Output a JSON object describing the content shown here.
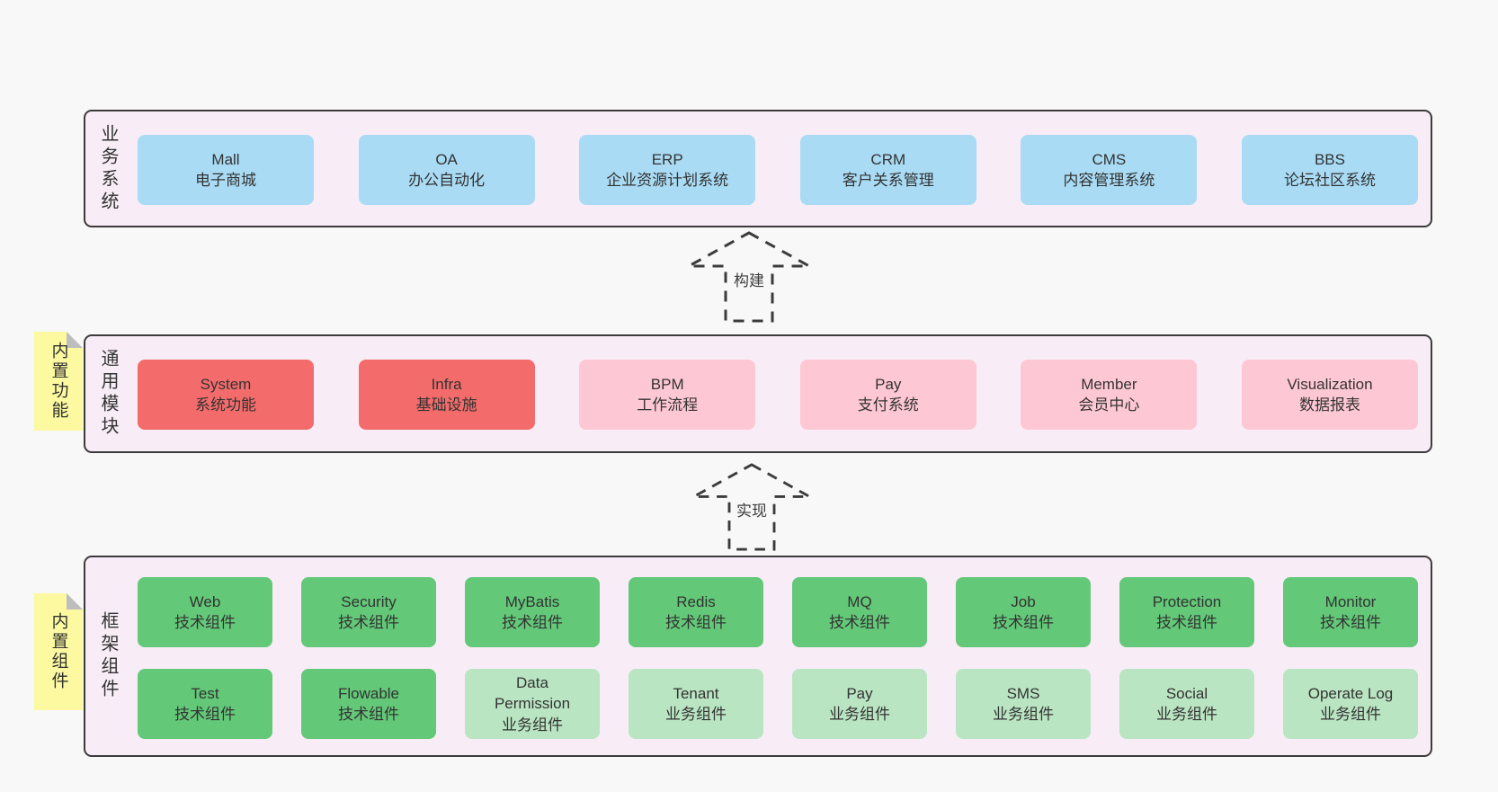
{
  "colors": {
    "blue": "#a9dbf4",
    "red": "#f46b6b",
    "pink": "#fdc8d3",
    "green": "#63c878",
    "light_green": "#bae5c2",
    "band_bg": "#f8edf6",
    "border": "#3b3b3b",
    "note_bg": "#fcf9a0",
    "page_bg": "#f8f8f8"
  },
  "arrows": [
    {
      "label": "构建"
    },
    {
      "label": "实现"
    }
  ],
  "bands": [
    {
      "label": "业务系统",
      "boxes": [
        {
          "title": "Mall",
          "subtitle": "电子商城",
          "variant": "blue"
        },
        {
          "title": "OA",
          "subtitle": "办公自动化",
          "variant": "blue"
        },
        {
          "title": "ERP",
          "subtitle": "企业资源计划系统",
          "variant": "blue"
        },
        {
          "title": "CRM",
          "subtitle": "客户关系管理",
          "variant": "blue"
        },
        {
          "title": "CMS",
          "subtitle": "内容管理系统",
          "variant": "blue"
        },
        {
          "title": "BBS",
          "subtitle": "论坛社区系统",
          "variant": "blue"
        }
      ]
    },
    {
      "label": "通用模块",
      "note": "内置功能",
      "boxes": [
        {
          "title": "System",
          "subtitle": "系统功能",
          "variant": "red"
        },
        {
          "title": "Infra",
          "subtitle": "基础设施",
          "variant": "red"
        },
        {
          "title": "BPM",
          "subtitle": "工作流程",
          "variant": "pink"
        },
        {
          "title": "Pay",
          "subtitle": "支付系统",
          "variant": "pink"
        },
        {
          "title": "Member",
          "subtitle": "会员中心",
          "variant": "pink"
        },
        {
          "title": "Visualization",
          "subtitle": "数据报表",
          "variant": "pink"
        }
      ]
    },
    {
      "label": "框架组件",
      "note": "内置组件",
      "rows": [
        [
          {
            "title": "Web",
            "subtitle": "技术组件",
            "variant": "green"
          },
          {
            "title": "Security",
            "subtitle": "技术组件",
            "variant": "green"
          },
          {
            "title": "MyBatis",
            "subtitle": "技术组件",
            "variant": "green"
          },
          {
            "title": "Redis",
            "subtitle": "技术组件",
            "variant": "green"
          },
          {
            "title": "MQ",
            "subtitle": "技术组件",
            "variant": "green"
          },
          {
            "title": "Job",
            "subtitle": "技术组件",
            "variant": "green"
          },
          {
            "title": "Protection",
            "subtitle": "技术组件",
            "variant": "green"
          },
          {
            "title": "Monitor",
            "subtitle": "技术组件",
            "variant": "green"
          }
        ],
        [
          {
            "title": "Test",
            "subtitle": "技术组件",
            "variant": "green"
          },
          {
            "title": "Flowable",
            "subtitle": "技术组件",
            "variant": "green"
          },
          {
            "title": "Data Permission",
            "subtitle": "业务组件",
            "variant": "light_green"
          },
          {
            "title": "Tenant",
            "subtitle": "业务组件",
            "variant": "light_green"
          },
          {
            "title": "Pay",
            "subtitle": "业务组件",
            "variant": "light_green"
          },
          {
            "title": "SMS",
            "subtitle": "业务组件",
            "variant": "light_green"
          },
          {
            "title": "Social",
            "subtitle": "业务组件",
            "variant": "light_green"
          },
          {
            "title": "Operate Log",
            "subtitle": "业务组件",
            "variant": "light_green"
          }
        ]
      ]
    }
  ]
}
